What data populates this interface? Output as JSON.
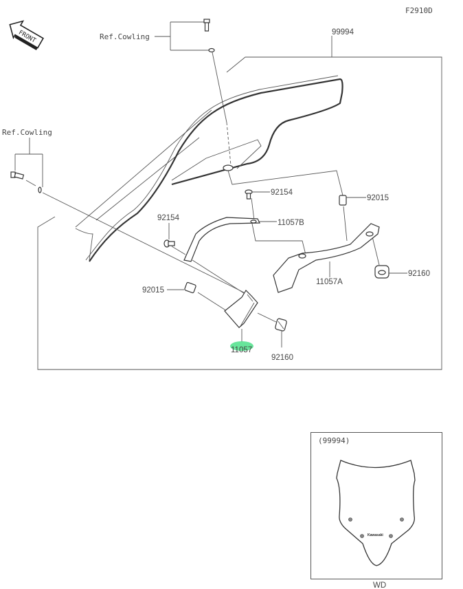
{
  "diagram": {
    "figure_code": "F2910D",
    "front_label": "FRONT",
    "ref_cowling_top": "Ref.Cowling",
    "ref_cowling_left": "Ref.Cowling",
    "parts": {
      "windshield": "99994",
      "screw_upper": "92154",
      "collar_right": "92015",
      "screw_left": "92154",
      "bracket_b": "11057B",
      "grommet_right": "92160",
      "bracket_a": "11057A",
      "collar_left": "92015",
      "bracket": "11057",
      "grommet_lower": "92160"
    },
    "highlight_color": "#4ee08a",
    "inset": {
      "title": "(99994)",
      "logo_text": "Kawasaki",
      "caption": "WD"
    }
  }
}
